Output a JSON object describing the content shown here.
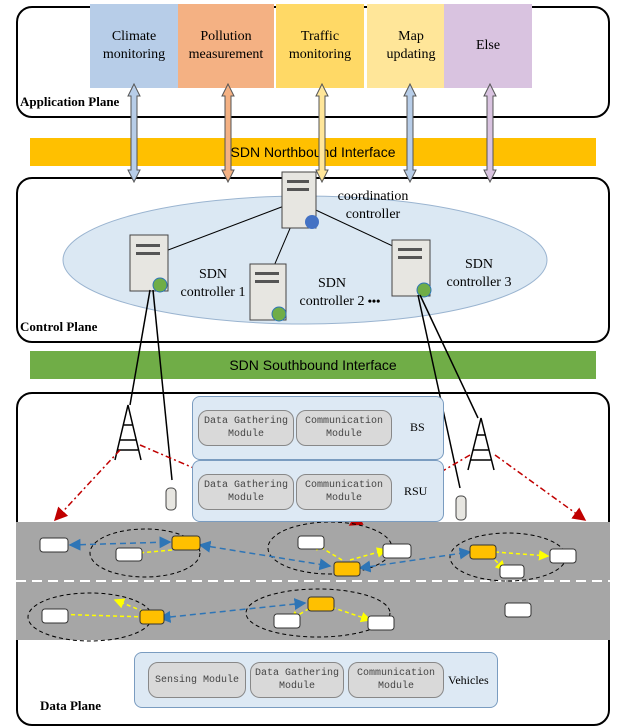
{
  "application_plane": {
    "label": "Application Plane",
    "apps": [
      {
        "label": "Climate\nmonitoring",
        "color": "#b7cde8"
      },
      {
        "label": "Pollution\nmeasurement",
        "color": "#f4b183"
      },
      {
        "label": "Traffic\nmonitoring",
        "color": "#ffd966"
      },
      {
        "label": "Map\nupdating",
        "color": "#ffe699"
      },
      {
        "label": "Else",
        "color": "#d9c3e0"
      }
    ]
  },
  "northbound": {
    "label": "SDN Northbound Interface",
    "color": "#ffc000"
  },
  "control_plane": {
    "label": "Control Plane",
    "coordination": "coordination\ncontroller",
    "controllers": [
      "SDN\ncontroller 1",
      "SDN\ncontroller 2",
      "SDN\ncontroller 3"
    ],
    "ellipsis": "•••"
  },
  "southbound": {
    "label": "SDN Southbound Interface",
    "color": "#70ad47"
  },
  "data_plane": {
    "label": "Data Plane",
    "bs": {
      "label": "BS",
      "modules": [
        "Data Gathering\nModule",
        "Communication\nModule"
      ]
    },
    "rsu": {
      "label": "RSU",
      "modules": [
        "Data Gathering\nModule",
        "Communication\nModule"
      ]
    },
    "vehicles": {
      "label": "Vehicles",
      "modules": [
        "Sensing Module",
        "Data Gathering\nModule",
        "Communication\nModule"
      ]
    }
  },
  "colors": {
    "road": "#a6a6a6",
    "ellipse": "#dbe8f3",
    "v2v_link": "#2e75b6",
    "v2v_dashed": "#ffff00",
    "infra_link": "#c00000",
    "car_yellow": "#ffc000"
  }
}
